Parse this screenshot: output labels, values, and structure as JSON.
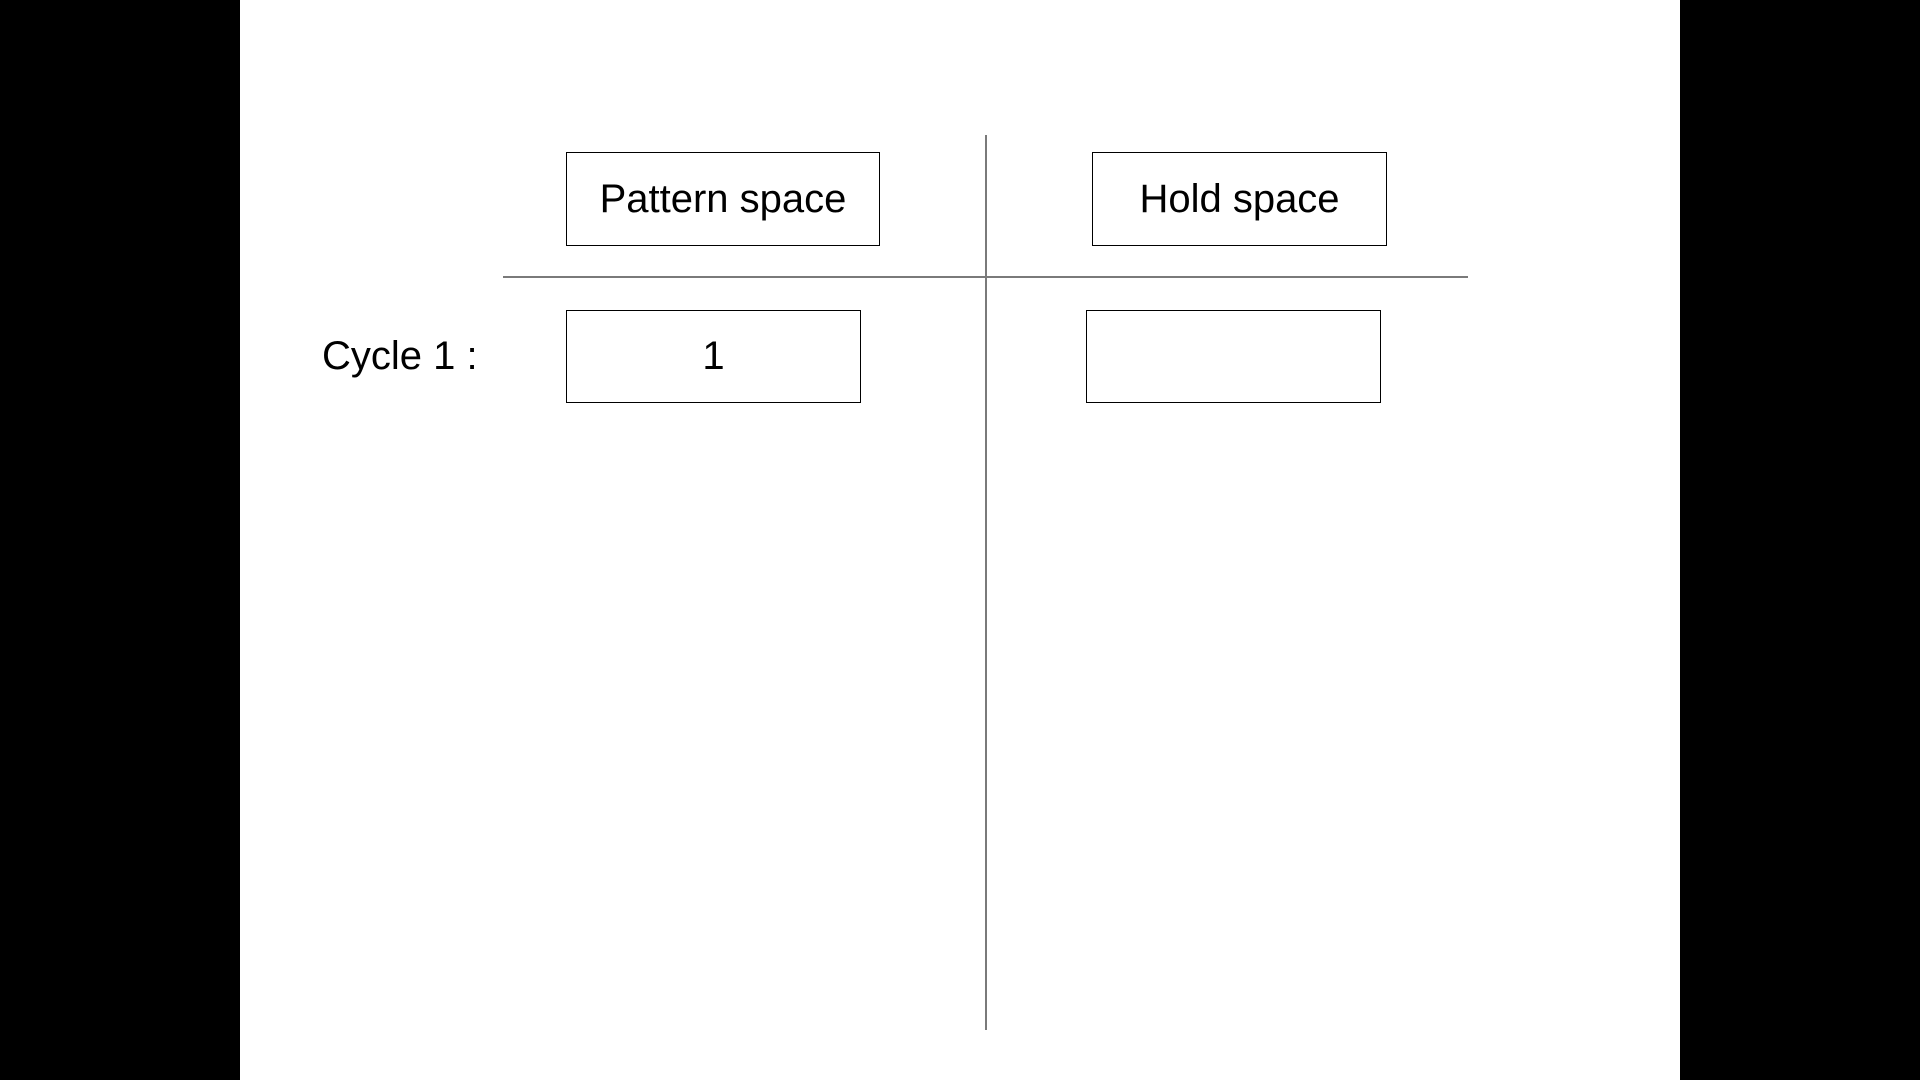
{
  "headers": {
    "pattern_space": "Pattern space",
    "hold_space": "Hold space"
  },
  "rows": [
    {
      "label": "Cycle 1 :",
      "pattern_value": "1",
      "hold_value": ""
    }
  ],
  "colors": {
    "background": "#ffffff",
    "letterbox": "#000000",
    "divider": "#7a7a7a",
    "text": "#000000"
  }
}
